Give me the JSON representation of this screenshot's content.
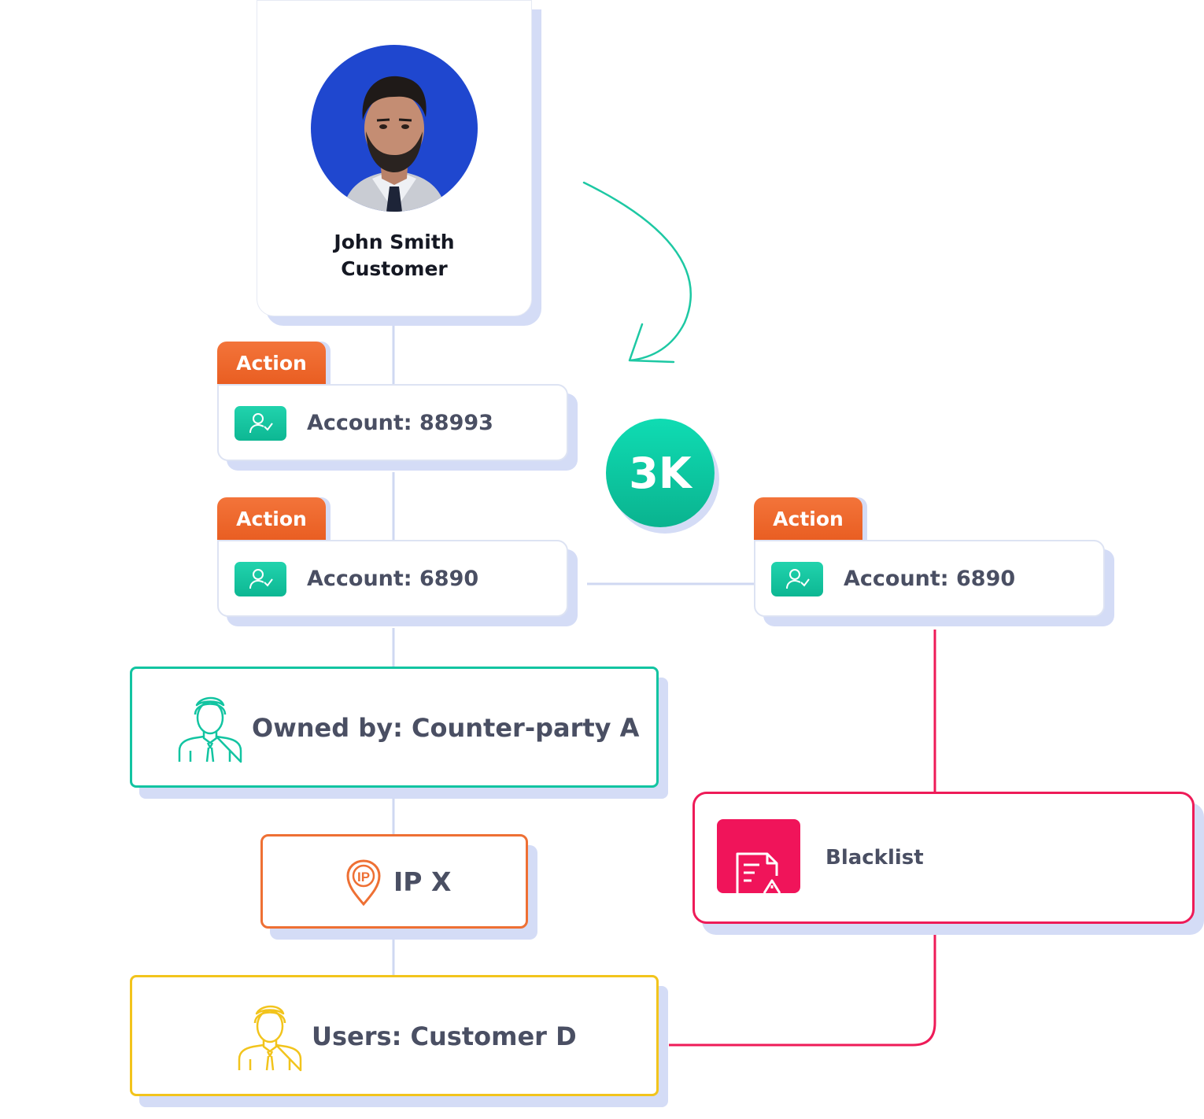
{
  "profile": {
    "name": "John Smith",
    "role": "Customer",
    "avatar_bg": "#1f47cf"
  },
  "badge": {
    "value": "3K"
  },
  "actions": [
    {
      "tab": "Action",
      "account": "Account: 88993"
    },
    {
      "tab": "Action",
      "account": "Account: 6890"
    },
    {
      "tab": "Action",
      "account": "Account: 6890"
    }
  ],
  "owner": {
    "label": "Owned by: Counter-party A",
    "icon": "person-icon",
    "color": "#12c4a1"
  },
  "ip": {
    "label": "IP X",
    "icon": "ip-pin-icon",
    "color": "#ee7034"
  },
  "users": {
    "label": "Users: Customer D",
    "icon": "person-icon",
    "color": "#f2c41c"
  },
  "blacklist": {
    "label": "Blacklist",
    "icon": "document-warning-icon",
    "color": "#ee1b58"
  },
  "colors": {
    "action_tab": "#ee6428",
    "account_icon": "#17c6a1",
    "connector_blue": "#cfd8f2",
    "connector_red": "#ee1b58",
    "arrow": "#1dc8a3"
  }
}
